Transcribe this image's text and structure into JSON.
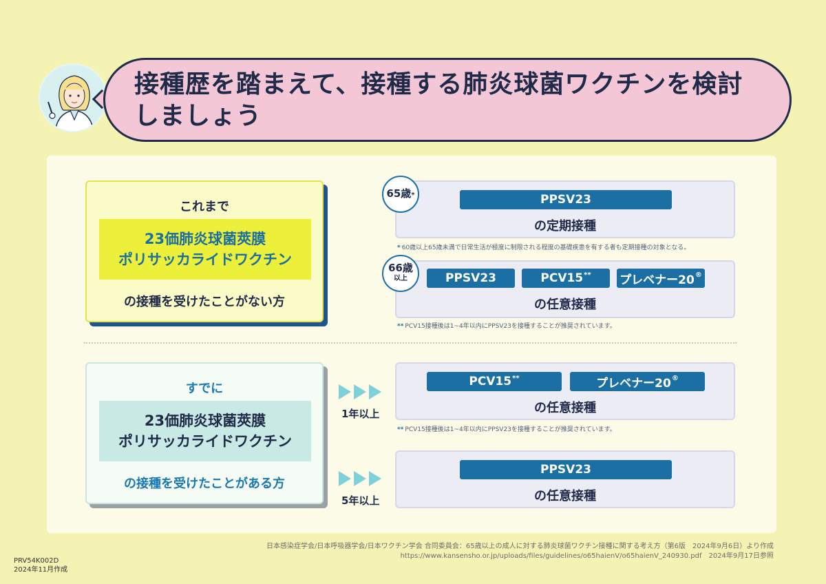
{
  "header": {
    "title_line1": "接種歴を踏まえて、接種する肺炎球菌ワクチンを検討",
    "title_line2": "しましょう"
  },
  "left_top": {
    "top": "これまで",
    "mid_line1": "23価肺炎球菌莢膜",
    "mid_line2": "ポリサッカライドワクチン",
    "bottom": "の接種を受けたことがない方"
  },
  "left_bottom": {
    "top": "すでに",
    "mid_line1": "23価肺炎球菌莢膜",
    "mid_line2": "ポリサッカライドワクチン",
    "bottom": "の接種を受けたことがある方"
  },
  "card1": {
    "badge_age": "65歳",
    "badge_mark": "*",
    "pill": "PPSV23",
    "label": "の定期接種",
    "note": "60歳以上65歳未満で日常生活が極度に制限される程度の基礎疾患を有する者も定期接種の対象となる。",
    "note_mark": "*"
  },
  "card2": {
    "badge_age": "66歳",
    "badge_sub": "以上",
    "pill1": "PPSV23",
    "pill2": "PCV15",
    "pill2_mark": "**",
    "pill3": "プレベナー20",
    "pill3_mark": "®",
    "label": "の任意接種",
    "note": "PCV15接種後は1~4年以内にPPSV23を接種することが推奨されています。",
    "note_mark": "**"
  },
  "card3": {
    "pill1": "PCV15",
    "pill1_mark": "**",
    "pill2": "プレベナー20",
    "pill2_mark": "®",
    "label": "の任意接種",
    "note": "PCV15接種後は1~4年以内にPPSV23を接種することが推奨されています。",
    "note_mark": "**",
    "interval": "1年以上"
  },
  "card4": {
    "pill": "PPSV23",
    "label": "の任意接種",
    "interval": "5年以上"
  },
  "footer": {
    "source_line1": "日本感染症学会/日本呼吸器学会/日本ワクチン学会 合同委員会：65歳以上の成人に対する肺炎球菌ワクチン接種に関する考え方（第6版　2024年9月6日）より作成",
    "source_line2": "https://www.kansensho.or.jp/uploads/files/guidelines/o65haienV/o65haienV_240930.pdf　2024年9月17日参照",
    "code": "PRV54K002D",
    "date": "2024年11月作成"
  }
}
